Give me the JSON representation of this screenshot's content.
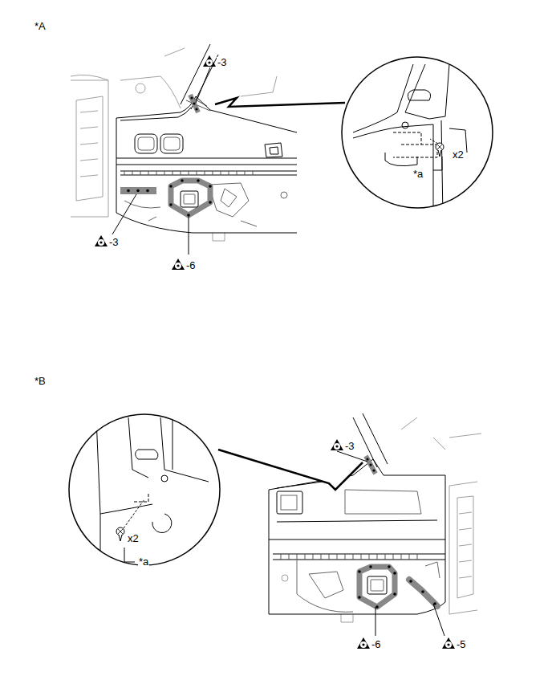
{
  "diagram": {
    "labels": [
      "*A",
      "-3",
      "x2",
      "*a",
      "-3",
      "-6",
      "*B",
      "-3",
      "x2",
      "*a",
      "-6",
      "-5"
    ]
  }
}
